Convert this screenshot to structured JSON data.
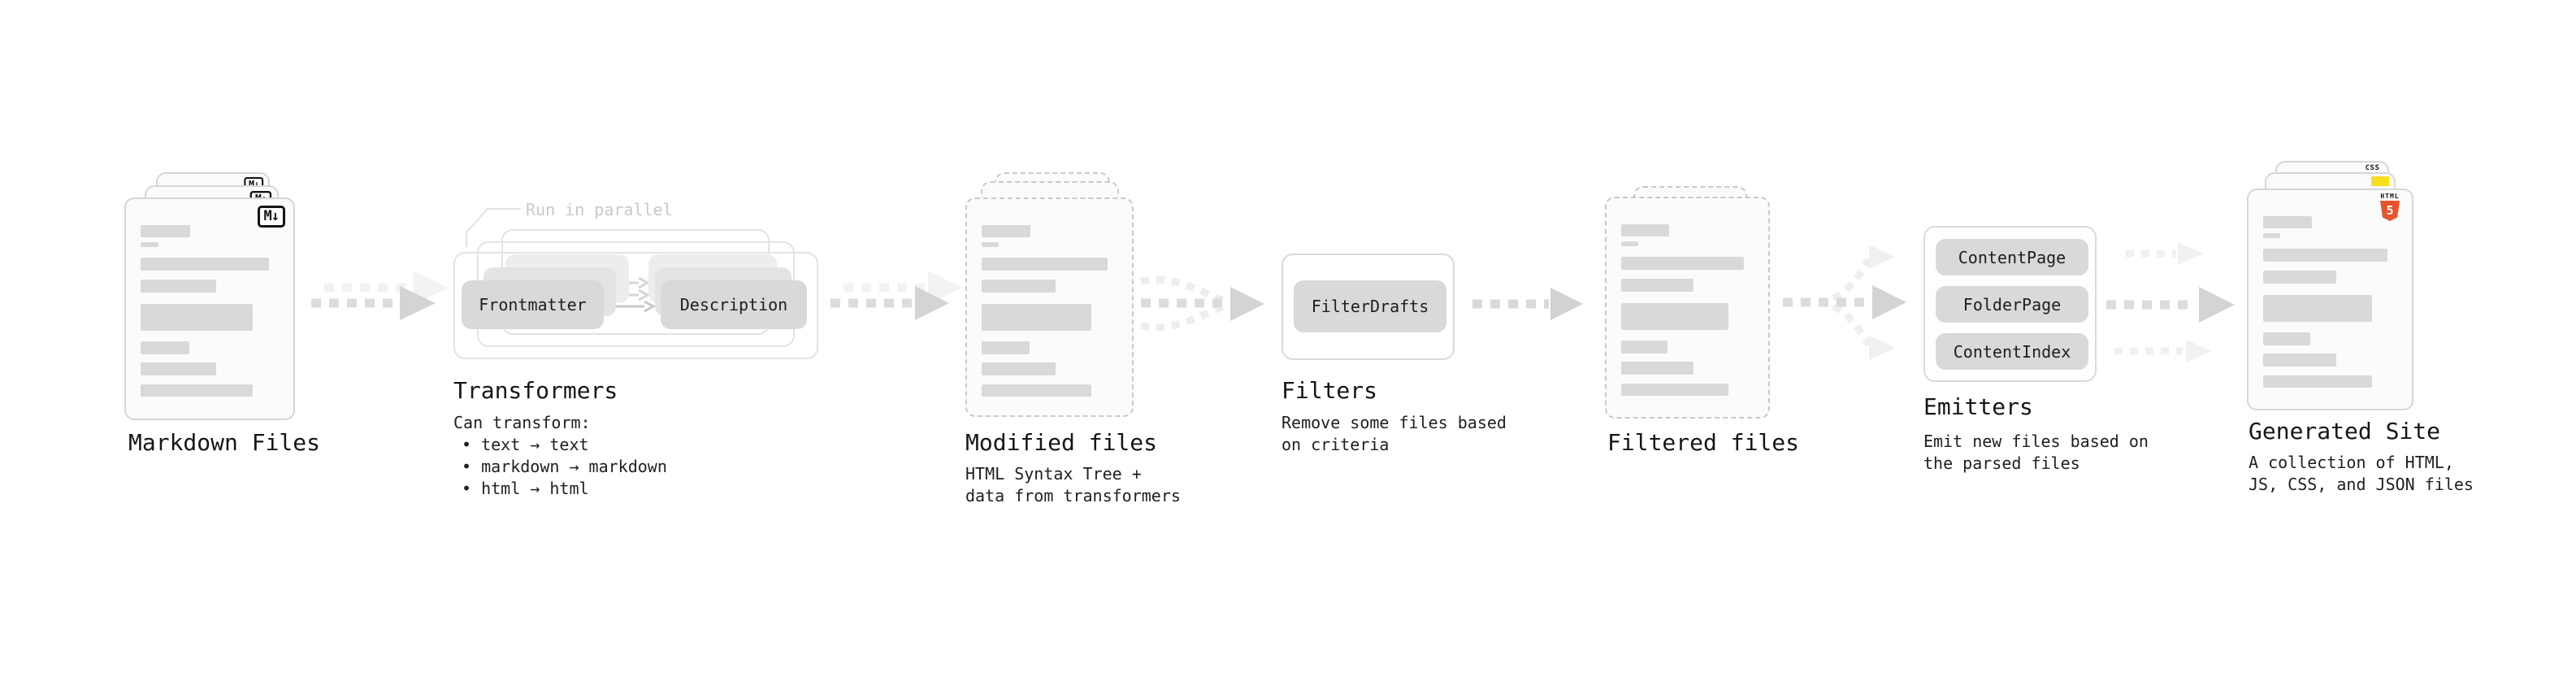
{
  "stages": {
    "markdown": {
      "label": "Markdown Files",
      "badge": "M↓"
    },
    "transformers": {
      "label": "Transformers",
      "annotation": "Run in parallel",
      "pill_a": "Frontmatter",
      "pill_b": "Description",
      "desc_title": "Can transform:",
      "bullets": [
        "• text → text",
        "• markdown → markdown",
        "• html → html"
      ]
    },
    "modified": {
      "label": "Modified files",
      "desc": [
        "HTML Syntax Tree +",
        "data from transformers"
      ]
    },
    "filters": {
      "label": "Filters",
      "pill": "FilterDrafts",
      "desc": [
        "Remove some files based",
        "on criteria"
      ]
    },
    "filtered": {
      "label": "Filtered files"
    },
    "emitters": {
      "label": "Emitters",
      "pills": [
        "ContentPage",
        "FolderPage",
        "ContentIndex"
      ],
      "desc": [
        "Emit new files based on",
        "the parsed files"
      ]
    },
    "generated": {
      "label": "Generated Site",
      "badges": {
        "css": "CSS",
        "html_word": "HTML",
        "html_number": "5"
      },
      "desc": [
        "A collection of HTML,",
        "JS, CSS, and JSON files"
      ]
    }
  },
  "colors": {
    "html5_orange": "#e8532c",
    "js_yellow": "#f7df1e",
    "css_blue": "#2d62e8",
    "card_border": "#d6d6d6",
    "bar_gray": "#d9d9d9",
    "arrow_gray": "#dcdcdc"
  }
}
